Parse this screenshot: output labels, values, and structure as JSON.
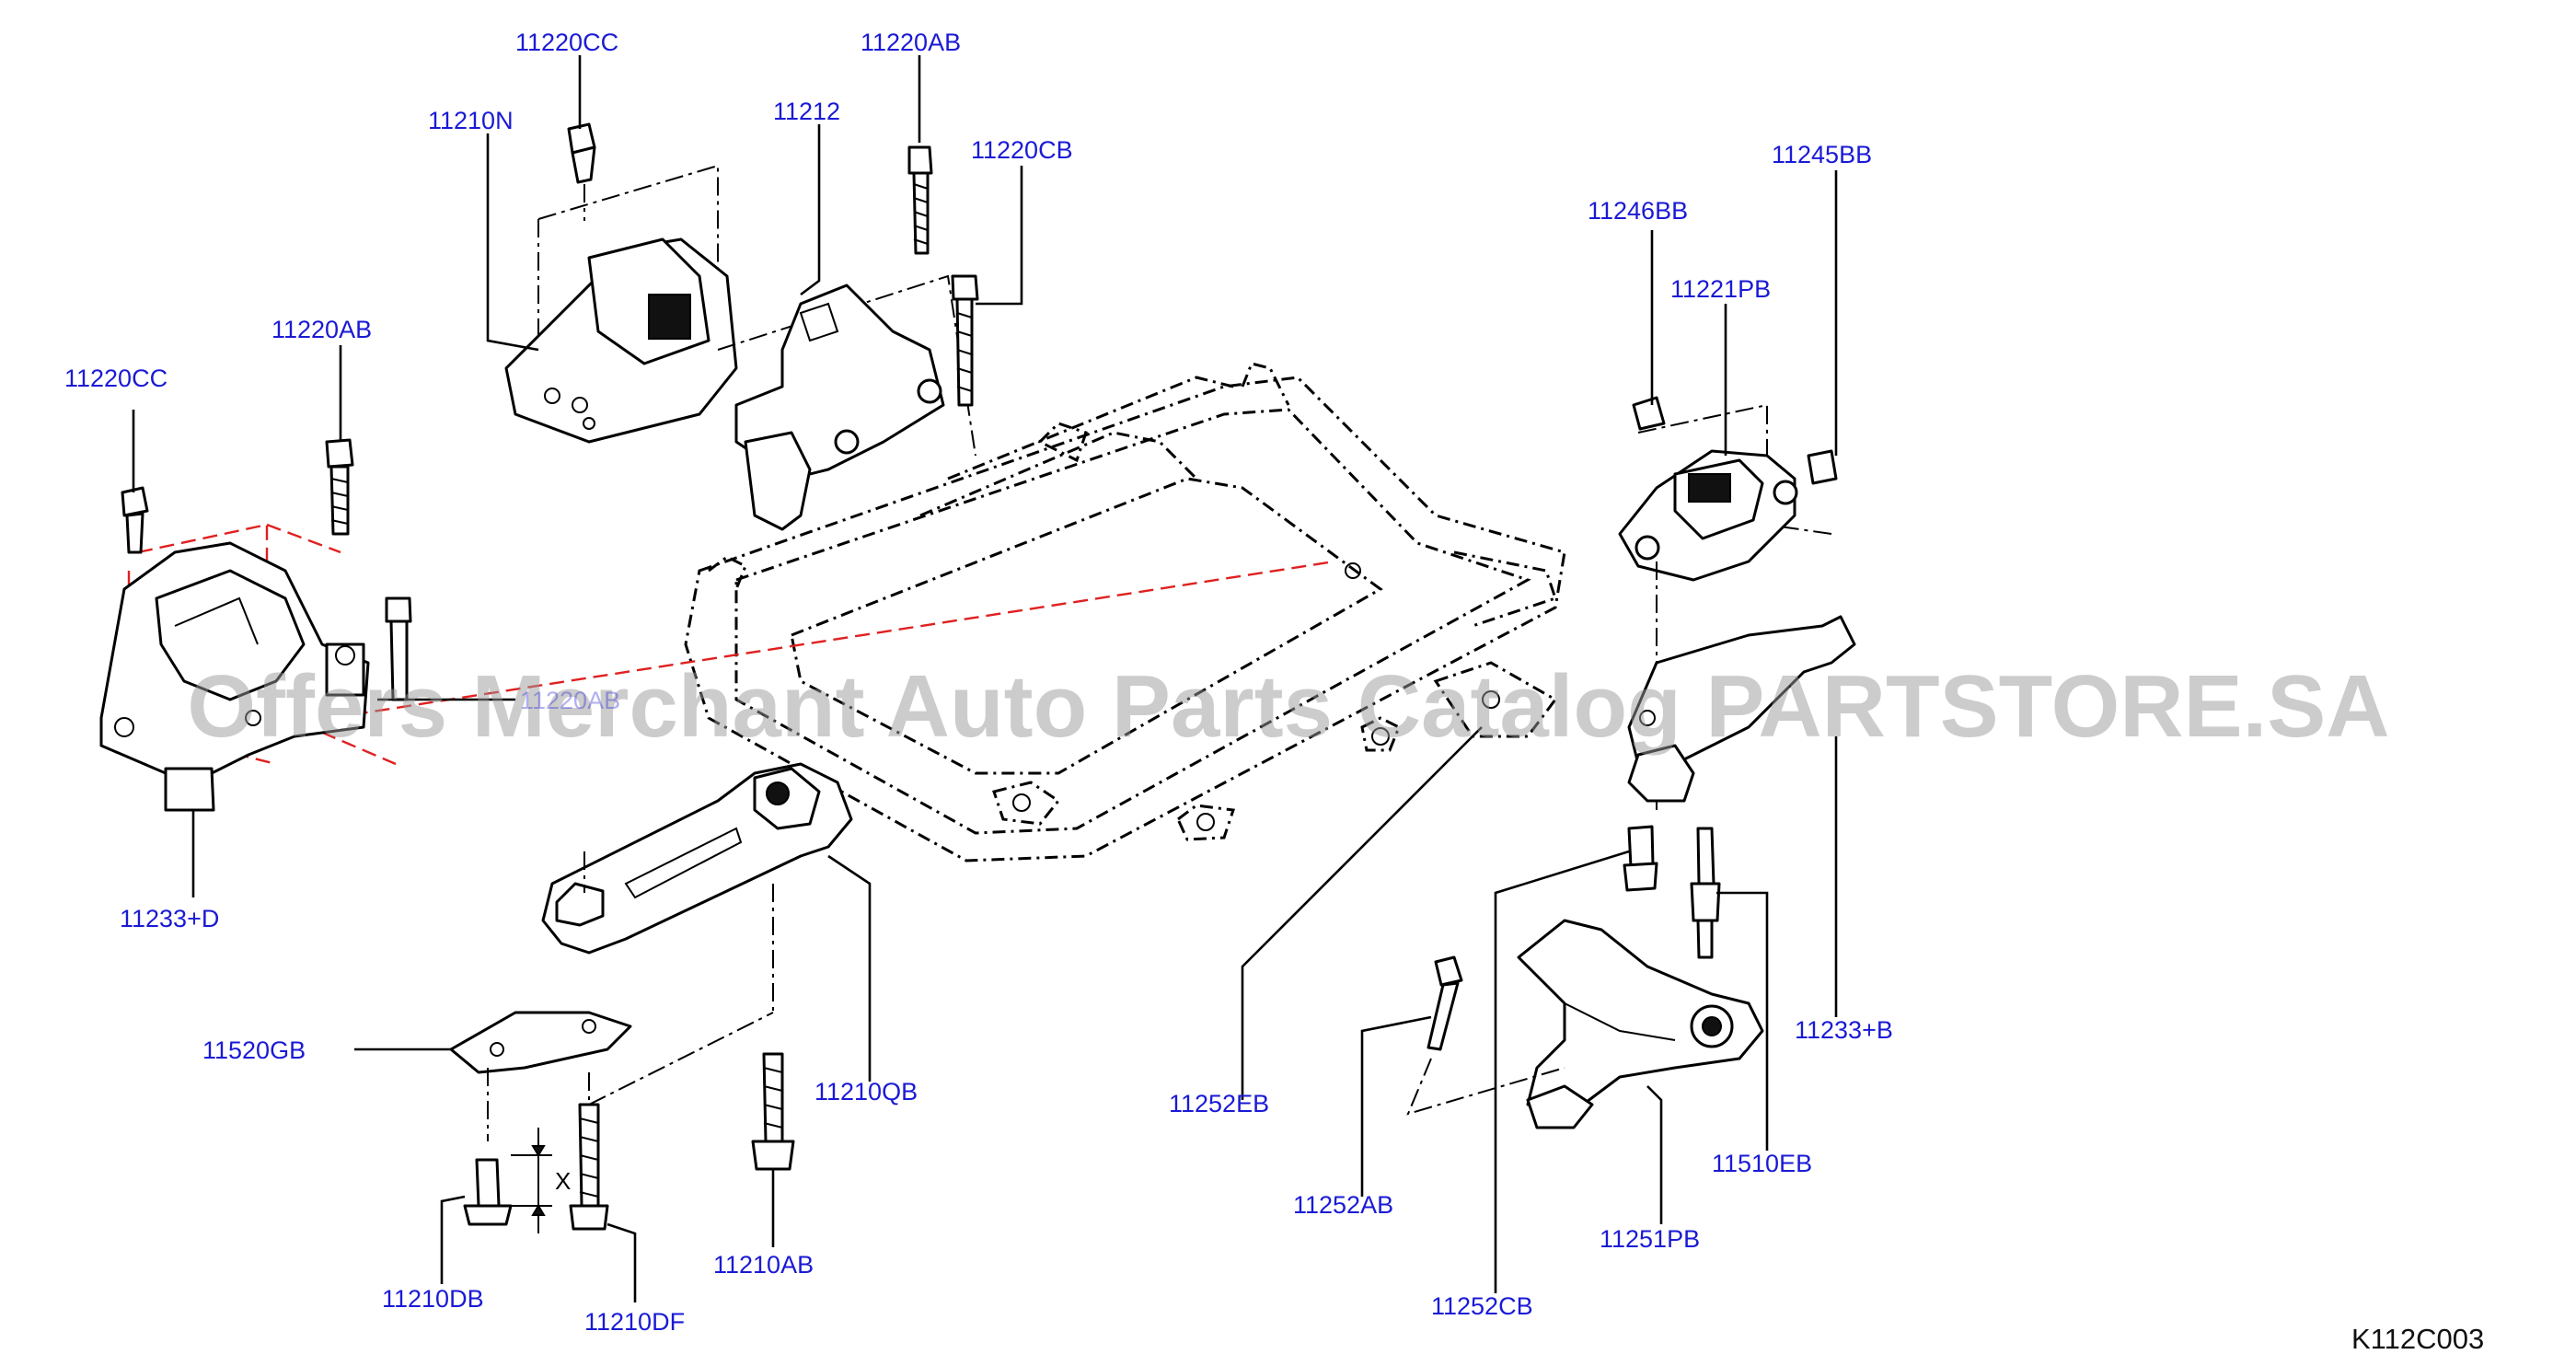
{
  "diagram": {
    "code": "K112C003",
    "watermark": "Offers Merchant Auto Parts Catalog PARTSTORE.SA",
    "dimension_mark": "X",
    "labels": {
      "l_11220CC_top": "11220CC",
      "l_11210N": "11210N",
      "l_11220AB_top": "11220AB",
      "l_11212": "11212",
      "l_11220CB": "11220CB",
      "l_11245BB": "11245BB",
      "l_11246BB": "11246BB",
      "l_11221PB": "11221PB",
      "l_11220AB_left": "11220AB",
      "l_11220CC_left": "11220CC",
      "l_11220AB_obscured": "11220AB",
      "l_11233D": "11233+D",
      "l_11520GB": "11520GB",
      "l_11210QB": "11210QB",
      "l_11252EB": "11252EB",
      "l_11233B": "11233+B",
      "l_11252AB": "11252AB",
      "l_11510EB": "11510EB",
      "l_11251PB": "11251PB",
      "l_11210DB": "11210DB",
      "l_11210DF": "11210DF",
      "l_11210AB": "11210AB",
      "l_11252CB": "11252CB"
    }
  }
}
